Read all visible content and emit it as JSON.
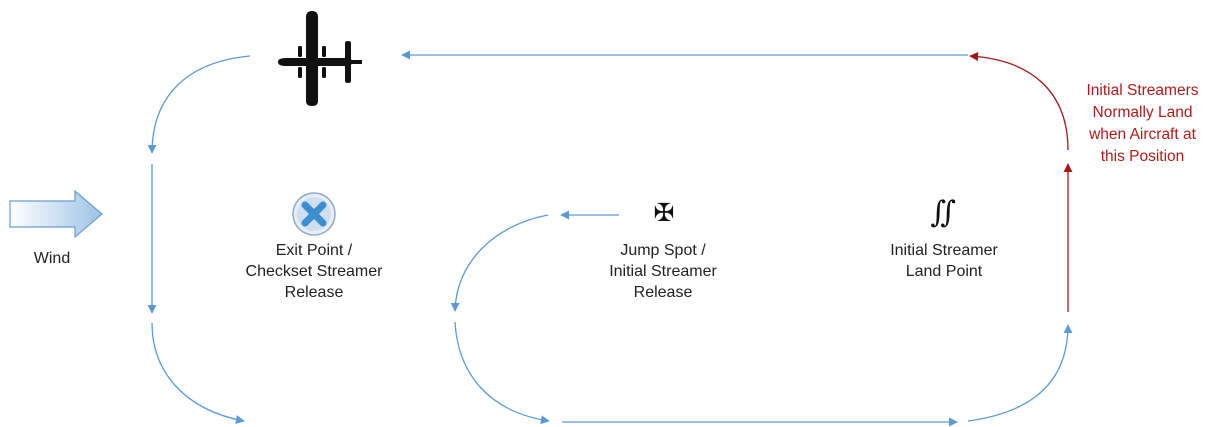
{
  "colors": {
    "path": "#5b9bd5",
    "highlight": "#a01818",
    "wind_fill_light": "#ffffff",
    "wind_fill_dark": "#9dc3e6",
    "wind_stroke": "#6a9ccc",
    "exit_icon_fill": "#3c8ed0",
    "text": "#222222",
    "note_text": "#b01c1c"
  },
  "icons": {
    "aircraft": "aircraft-silhouette-icon",
    "wind": "wind-arrow-icon",
    "exit_point": "x-circle-icon",
    "jump_spot": "maltese-cross-icon",
    "streamer": "streamer-icon"
  },
  "labels": {
    "wind": "Wind",
    "exit_point": [
      "Exit Point /",
      "Checkset Streamer",
      "Release"
    ],
    "jump_spot": [
      "Jump Spot /",
      "Initial Streamer",
      "Release"
    ],
    "streamer_land": [
      "Initial Streamer",
      "Land Point"
    ],
    "note": [
      "Initial Streamers",
      "Normally Land",
      "when Aircraft at",
      "this Position"
    ]
  },
  "glyphs": {
    "jump_spot": "✠",
    "streamer": "∬"
  }
}
